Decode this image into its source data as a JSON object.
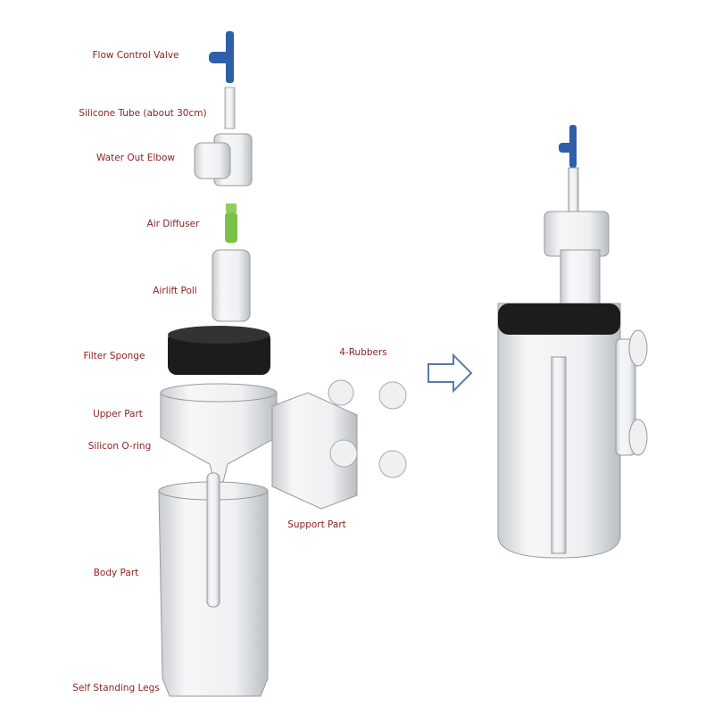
{
  "labels": {
    "flow_control_valve": "Flow Control Valve",
    "silicone_tube": "Silicone Tube (about 30cm)",
    "water_out_elbow": "Water Out Elbow",
    "air_diffuser": "Air Diffuser",
    "airlift_poll": "Airlift Poll",
    "filter_sponge": "Filter Sponge",
    "upper_part": "Upper Part",
    "silicon_oring": "Silicon O-ring",
    "body_part": "Body Part",
    "self_standing_legs": "Self Standing Legs",
    "rubbers": "4-Rubbers",
    "support_part": "Support Part"
  },
  "colors": {
    "label": "#8b1f1f",
    "valve": "#2f5fa8",
    "diffuser": "#7cc04a",
    "sponge": "#1c1c1c",
    "arrow": "#5a78b0",
    "clear": "#d9dde0"
  }
}
